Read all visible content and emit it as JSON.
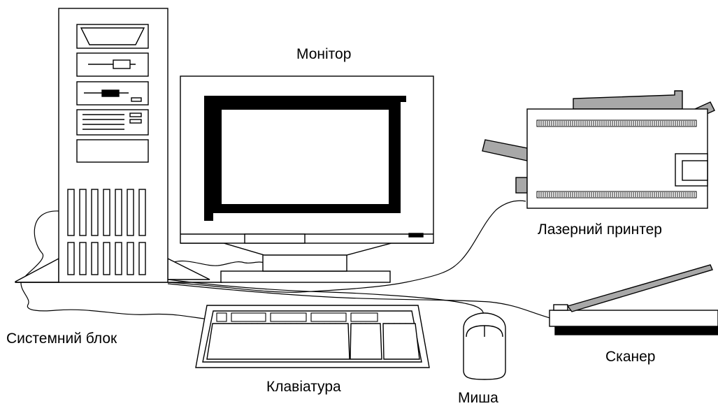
{
  "diagram": {
    "labels": {
      "monitor": "Монітор",
      "printer": "Лазерний принтер",
      "system_unit": "Системний блок",
      "keyboard": "Клавіатура",
      "mouse": "Миша",
      "scanner": "Сканер"
    },
    "colors": {
      "ink": "#000000",
      "paper": "#ffffff",
      "gray": "#a8a8a8"
    }
  }
}
